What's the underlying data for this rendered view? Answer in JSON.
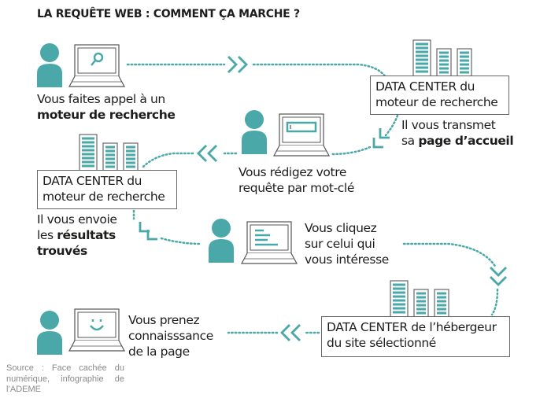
{
  "title": "LA REQUÊTE WEB : COMMENT ÇA MARCHE ?",
  "colors": {
    "accent": "#4aa8a8",
    "outline": "#666666",
    "text": "#1d1d1b"
  },
  "steps": {
    "s1": {
      "line1": "Vous faites appel à un",
      "line2_bold": "moteur de recherche",
      "icon": "search-icon"
    },
    "dc1": {
      "line1": "DATA CENTER du",
      "line2": "moteur de recherche"
    },
    "s2": {
      "line1": "Il vous transmet",
      "line2_pre": "sa ",
      "line2_bold": "page d’accueil"
    },
    "s3": {
      "line1": "Vous rédigez votre",
      "line2": "requête par mot-clé",
      "icon": "text-input-icon"
    },
    "dc2": {
      "line1": "DATA CENTER du",
      "line2": "moteur de recherche"
    },
    "s4": {
      "line1": "Il vous envoie",
      "line2_pre": "les ",
      "line2_bold": "résultats",
      "line3_bold": "trouvés"
    },
    "s5": {
      "line1": "Vous cliquez",
      "line2": "sur celui qui",
      "line3": "vous intéresse",
      "icon": "results-list-icon"
    },
    "dc3": {
      "line1": "DATA CENTER de l’hébergeur",
      "line2": "du site sélectionné"
    },
    "s6": {
      "line1": "Vous prenez",
      "line2": "connaisssance",
      "line3": "de la page",
      "icon": "smiley-icon"
    }
  },
  "source": "Source : Face cachée du numérique, infographie de l’ADEME"
}
